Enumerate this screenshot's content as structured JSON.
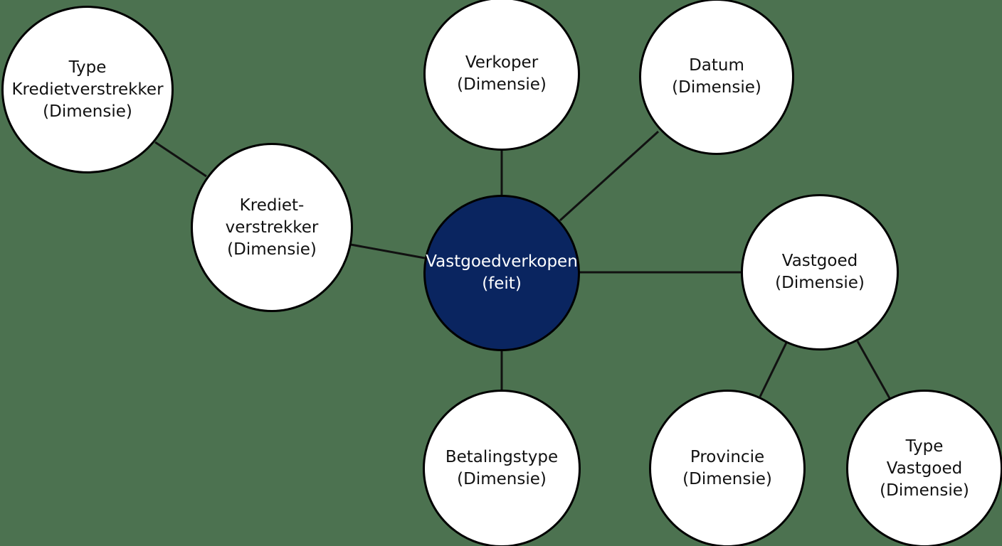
{
  "diagram": {
    "colors": {
      "background": "#4c7250",
      "dimension_fill": "#ffffff",
      "fact_fill": "#0a2560",
      "outline": "#000000"
    },
    "nodes": {
      "fact": {
        "lines": [
          "Vastgoedverkopen",
          "(feit)"
        ]
      },
      "type_kredietverstrekker": {
        "lines": [
          "Type",
          "Kredietverstrekker",
          "(Dimensie)"
        ]
      },
      "kredietverstrekker": {
        "lines": [
          "Krediet-",
          "verstrekker",
          "(Dimensie)"
        ]
      },
      "verkoper": {
        "lines": [
          "Verkoper",
          "(Dimensie)"
        ]
      },
      "datum": {
        "lines": [
          "Datum",
          "(Dimensie)"
        ]
      },
      "vastgoed": {
        "lines": [
          "Vastgoed",
          "(Dimensie)"
        ]
      },
      "betalingstype": {
        "lines": [
          "Betalingstype",
          "(Dimensie)"
        ]
      },
      "provincie": {
        "lines": [
          "Provincie",
          "(Dimensie)"
        ]
      },
      "type_vastgoed": {
        "lines": [
          "Type",
          "Vastgoed",
          "(Dimensie)"
        ]
      }
    }
  }
}
